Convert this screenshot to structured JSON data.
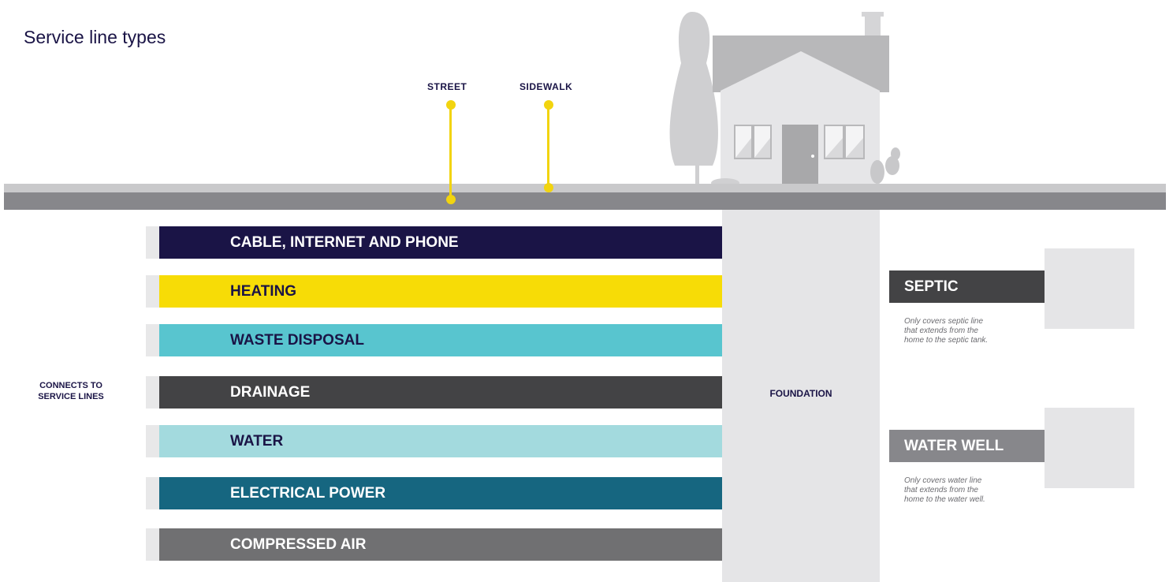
{
  "title": "Service line types",
  "markers": {
    "street": "STREET",
    "sidewalk": "SIDEWALK"
  },
  "foundation_label": "FOUNDATION",
  "connects_label": {
    "line1": "CONNECTS TO",
    "line2": "SERVICE LINES"
  },
  "lines": [
    {
      "label": "CABLE, INTERNET AND PHONE",
      "color": "#1a1446",
      "text_color": "#ffffff"
    },
    {
      "label": "HEATING",
      "color": "#f7dc06",
      "text_color": "#1a1446"
    },
    {
      "label": "WASTE DISPOSAL",
      "color": "#58c5cf",
      "text_color": "#1a1446"
    },
    {
      "label": "DRAINAGE",
      "color": "#434345",
      "text_color": "#ffffff"
    },
    {
      "label": "WATER",
      "color": "#a3dade",
      "text_color": "#1a1446"
    },
    {
      "label": "ELECTRICAL POWER",
      "color": "#166680",
      "text_color": "#ffffff"
    },
    {
      "label": "COMPRESSED AIR",
      "color": "#707072",
      "text_color": "#ffffff"
    }
  ],
  "septic": {
    "label": "SEPTIC",
    "color": "#434345",
    "note": [
      "Only covers septic line",
      "that extends from the",
      "home to the septic tank."
    ]
  },
  "water_well": {
    "label": "WATER WELL",
    "color": "#87878b",
    "note": [
      "Only covers water line",
      "that extends from the",
      "home to the water well."
    ]
  }
}
